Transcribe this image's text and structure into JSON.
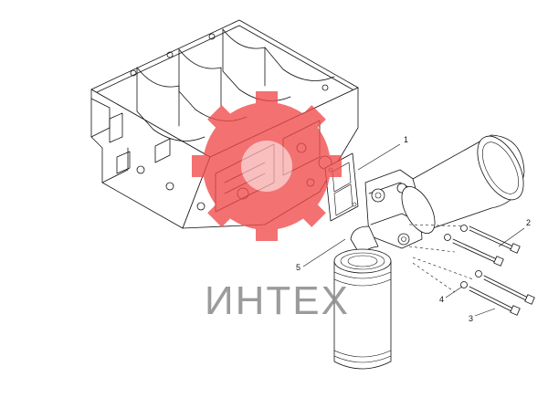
{
  "watermark": {
    "text": "ИНТЕХ",
    "color": "#f04a4a"
  },
  "callouts": [
    {
      "id": "1",
      "label": "1"
    },
    {
      "id": "2",
      "label": "2"
    },
    {
      "id": "3",
      "label": "3"
    },
    {
      "id": "4",
      "label": "4"
    },
    {
      "id": "5",
      "label": "5"
    }
  ]
}
